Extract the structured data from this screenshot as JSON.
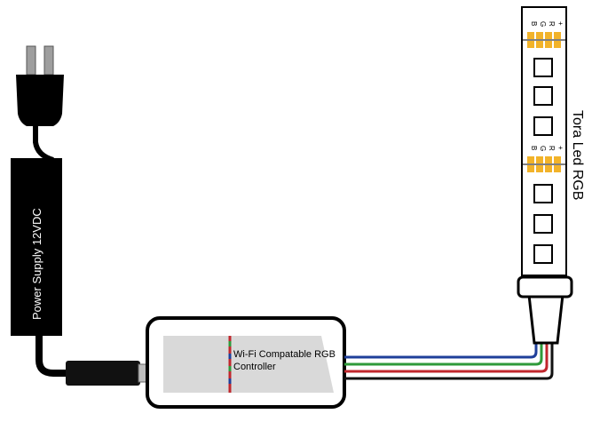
{
  "power_supply": {
    "label": "Power Supply 12VDC"
  },
  "controller": {
    "label_line1": "Wi-Fi Compatable RGB",
    "label_line2": "Controller"
  },
  "led_strip": {
    "label": "Tora Led RGB",
    "pin_labels": [
      "B",
      "G",
      "R",
      "+"
    ]
  },
  "colors": {
    "adapter_body": "#000000",
    "wire_blue": "#1f3f9a",
    "wire_green": "#2f9a3a",
    "wire_red": "#c0272d",
    "wire_black": "#111111",
    "pad_yellow": "#f2b32a",
    "controller_fill": "#d9d9d9"
  }
}
